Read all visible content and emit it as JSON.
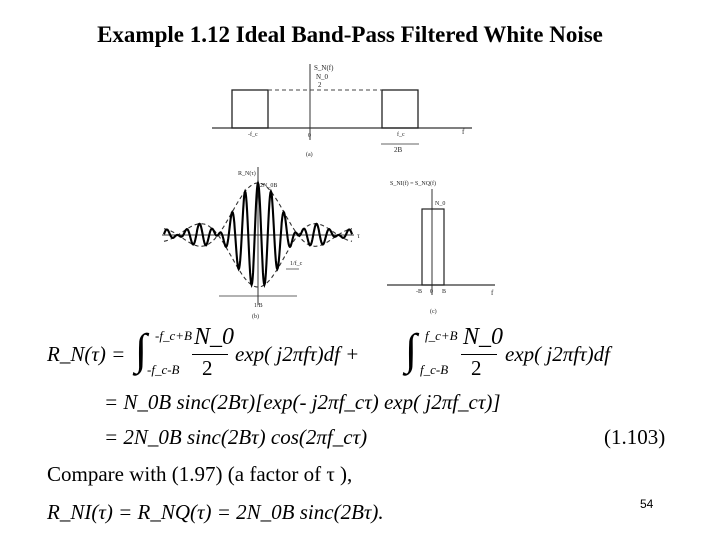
{
  "title": "Example 1.12 Ideal Band-Pass Filtered White Noise",
  "figure_a": {
    "ylabel": "S_N(f)",
    "level_n0": "N_0",
    "level_2": "2",
    "xlabel": "f",
    "tick_neg_fc": "-f_c",
    "tick_zero": "0",
    "tick_fc": "f_c",
    "width_label": "2B",
    "caption": "(a)"
  },
  "figure_b": {
    "ylabel": "R_N(τ)",
    "peak_label": "2N_0B",
    "xlabel": "τ",
    "period_label": "1/f_c",
    "width_label": "1/B",
    "caption": "(b)"
  },
  "figure_c": {
    "ylabel": "S_NI(f) = S_NQ(f)",
    "level_label": "N_0",
    "xlabel": "f",
    "tick_neg_b": "-B",
    "tick_zero": "0",
    "tick_b": "B",
    "caption": "(c)"
  },
  "equation": {
    "line1": {
      "lhs": "R_N(τ) =",
      "int_upper_1": "-f_c+B",
      "int_lower_1": "-f_c-B",
      "frac_num": "N_0",
      "frac_den": "2",
      "integrand_1": "exp( j2πfτ)df +",
      "int_upper_2": "f_c+B",
      "int_lower_2": "f_c-B",
      "integrand_2": "exp( j2πfτ)df"
    },
    "line2": "= N_0B sinc(2Bτ)[exp(- j2πf_cτ) exp( j2πf_cτ)]",
    "line3": "= 2N_0B sinc(2Bτ) cos(2πf_cτ)",
    "number": "(1.103)"
  },
  "compare_text": "Compare with (1.97) (a factor of τ ),",
  "final_equation": "R_NI(τ) = R_NQ(τ) = 2N_0B sinc(2Bτ).",
  "page_number": "54"
}
